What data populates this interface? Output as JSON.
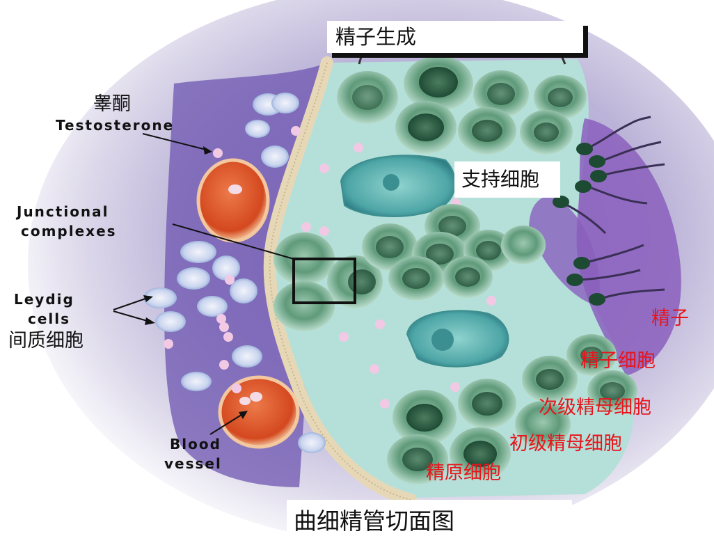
{
  "title": "精子生成",
  "caption": "曲细精管切面图",
  "labels": {
    "testosterone_zh": "睾酮",
    "testosterone_en": "Testosterone",
    "junctional_line1": "Junctional",
    "junctional_line2": "complexes",
    "leydig_line1": "Leydig",
    "leydig_line2": "cells",
    "leydig_zh": "间质细胞",
    "blood_line1": "Blood",
    "blood_line2": "vessel",
    "sertoli_zh": "支持细胞"
  },
  "cell_stages": [
    {
      "label": "精子",
      "color": "#e8141b"
    },
    {
      "label": "精子细胞",
      "color": "#e8141b"
    },
    {
      "label": "次级精母细胞",
      "color": "#e8141b"
    },
    {
      "label": "初级精母细胞",
      "color": "#e8141b"
    },
    {
      "label": "精原细胞",
      "color": "#e8141b"
    }
  ],
  "colors": {
    "interstitium": "#7a5fb8",
    "lumen_purple": "#8c63b8",
    "sertoli_cytoplasm": "#a9d8d0",
    "germ_cell": "#4f8a6a",
    "basement_membrane": "#e8dcc0",
    "blood_vessel": "#d9542a",
    "label_red": "#e8141b"
  }
}
